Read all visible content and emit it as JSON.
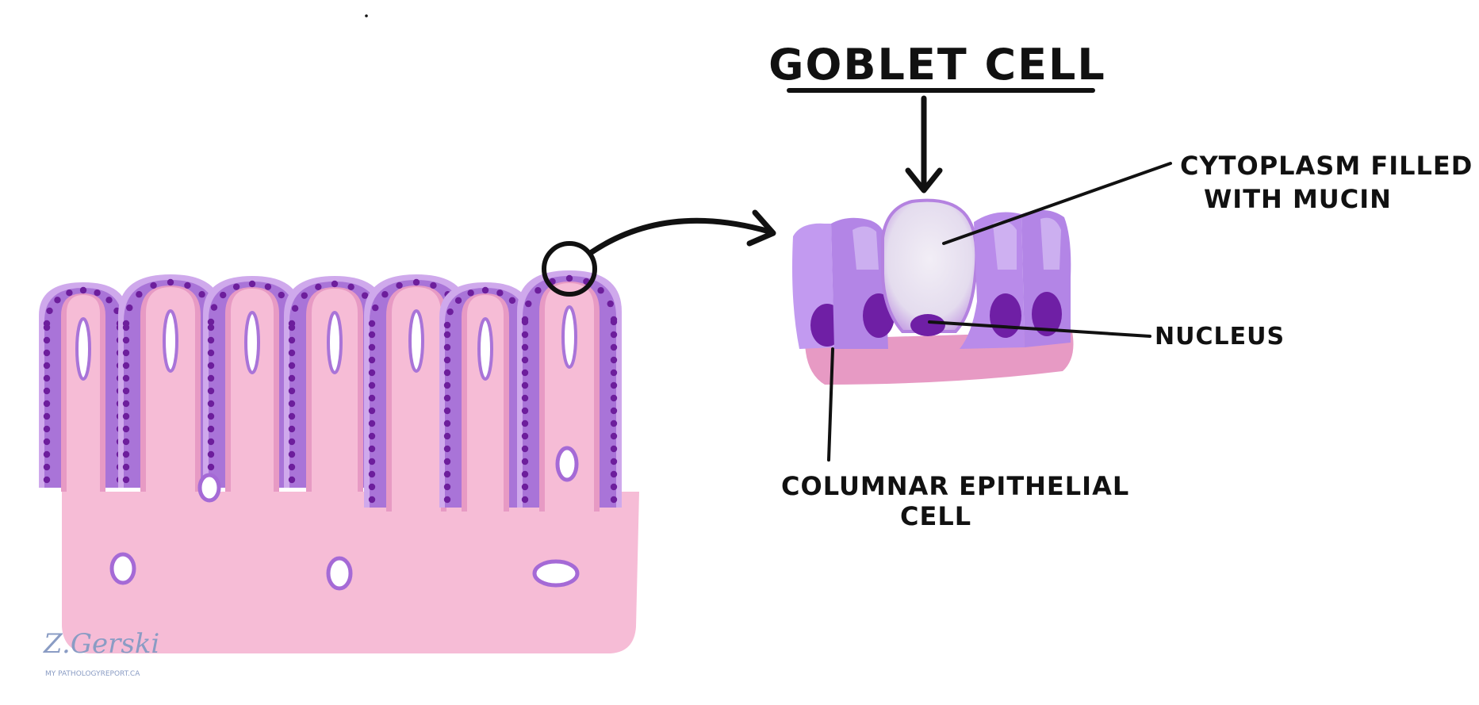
{
  "title": "GOBLET CELL",
  "labels": {
    "cytoplasm_line1": "CYTOPLASM FILLED",
    "cytoplasm_line2": "WITH MUCIN",
    "nucleus": "NUCLEUS",
    "columnar_line1": "COLUMNAR EPITHELIAL",
    "columnar_line2": "CELL"
  },
  "signature": {
    "name": "Z.Gerski",
    "site": "MY PATHOLOGYREPORT.CA"
  },
  "colors": {
    "stroma": "#f6bcd6",
    "epithelium_purple": "#a974d8",
    "epithelium_light": "#cfa9ec",
    "nucleus": "#6d1e9c",
    "mucin": "#e6e0ec",
    "basement": "#e79ac4",
    "ink": "#111111"
  }
}
